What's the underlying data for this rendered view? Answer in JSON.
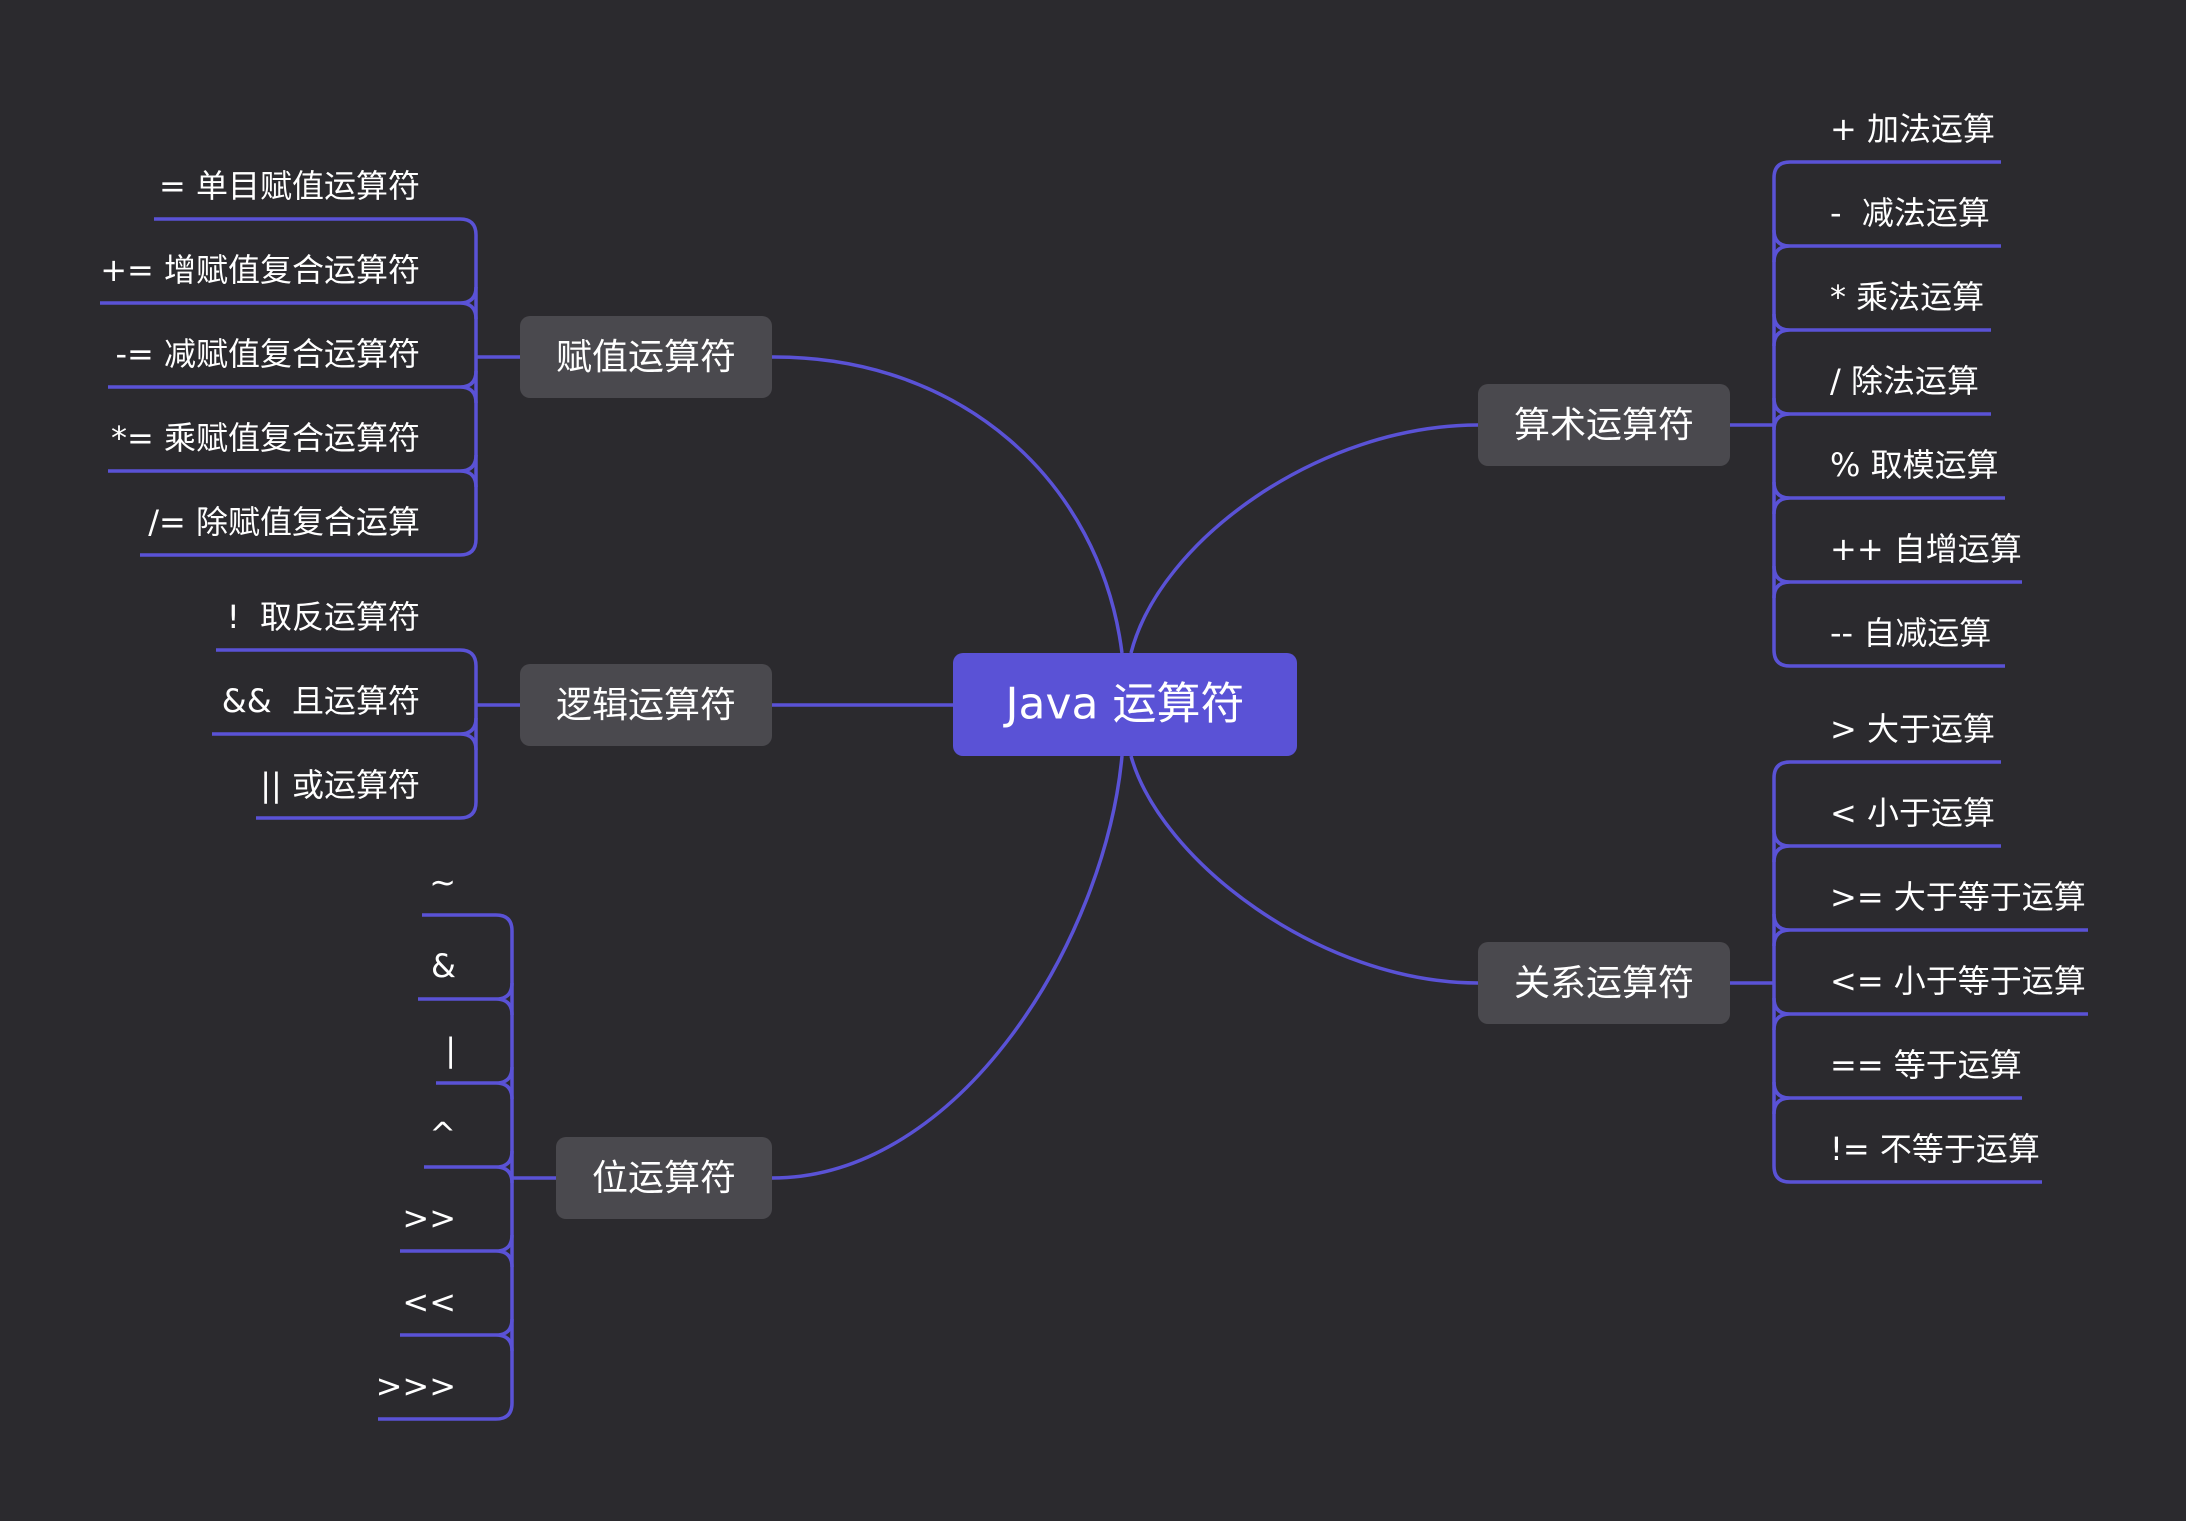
{
  "colors": {
    "background": "#2b2a2e",
    "accent": "#5a52d6",
    "branch_fill": "#4a494e",
    "text": "#ffffff"
  },
  "root": {
    "label": "Java 运算符"
  },
  "branches": [
    {
      "id": "assignment",
      "label": "赋值运算符",
      "items": [
        "= 单目赋值运算符",
        "+= 增赋值复合运算符",
        "-= 减赋值复合运算符",
        "*= 乘赋值复合运算符",
        "/= 除赋值复合运算"
      ]
    },
    {
      "id": "logical",
      "label": "逻辑运算符",
      "items": [
        "!  取反运算符",
        "&&  且运算符",
        "|| 或运算符"
      ]
    },
    {
      "id": "bitwise",
      "label": "位运算符",
      "items": [
        "~",
        "&",
        "|",
        "^",
        ">>",
        "<<",
        ">>>"
      ]
    },
    {
      "id": "arithmetic",
      "label": "算术运算符",
      "items": [
        "+ 加法运算",
        "-  减法运算",
        "* 乘法运算",
        "/ 除法运算",
        "% 取模运算",
        "++ 自增运算",
        "-- 自减运算"
      ]
    },
    {
      "id": "relational",
      "label": "关系运算符",
      "items": [
        "> 大于运算",
        "< 小于运算",
        ">= 大于等于运算",
        "<= 小于等于运算",
        "== 等于运算",
        "!= 不等于运算"
      ]
    }
  ]
}
